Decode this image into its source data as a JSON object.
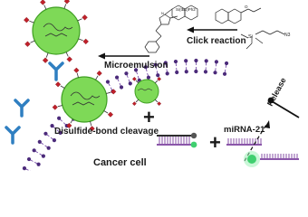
{
  "labels": {
    "microemulsion": "Microemulsion",
    "click_reaction": "Click reaction",
    "disulfide_cleavage": "Disulfide-bond cleavage",
    "mirna": "miRNA-21",
    "release": "Release",
    "cancer_cell": "Cancer cell",
    "plus": "+"
  },
  "chemistry": {
    "tbs_group": "Si(tBu)Ph2",
    "si_label": "Si",
    "oxygen": "O",
    "azide": "N3",
    "nitrogen": "N"
  },
  "colors": {
    "nanoparticle": "#7ed957",
    "nanoparticle_edge": "#3f9f22",
    "membrane_head": "#4b2a7a",
    "membrane_tail": "#6b3fa0",
    "receptor": "#2f7fc1",
    "ligand": "#c0202a",
    "dna": "#7a3e9d",
    "glow": "#3fcf6f"
  },
  "icons": {
    "nanoparticle": "green-nanoparticle-icon",
    "receptor": "y-receptor-icon",
    "ligand": "red-diamond-ligand-icon",
    "dna": "dna-duplex-icon"
  }
}
